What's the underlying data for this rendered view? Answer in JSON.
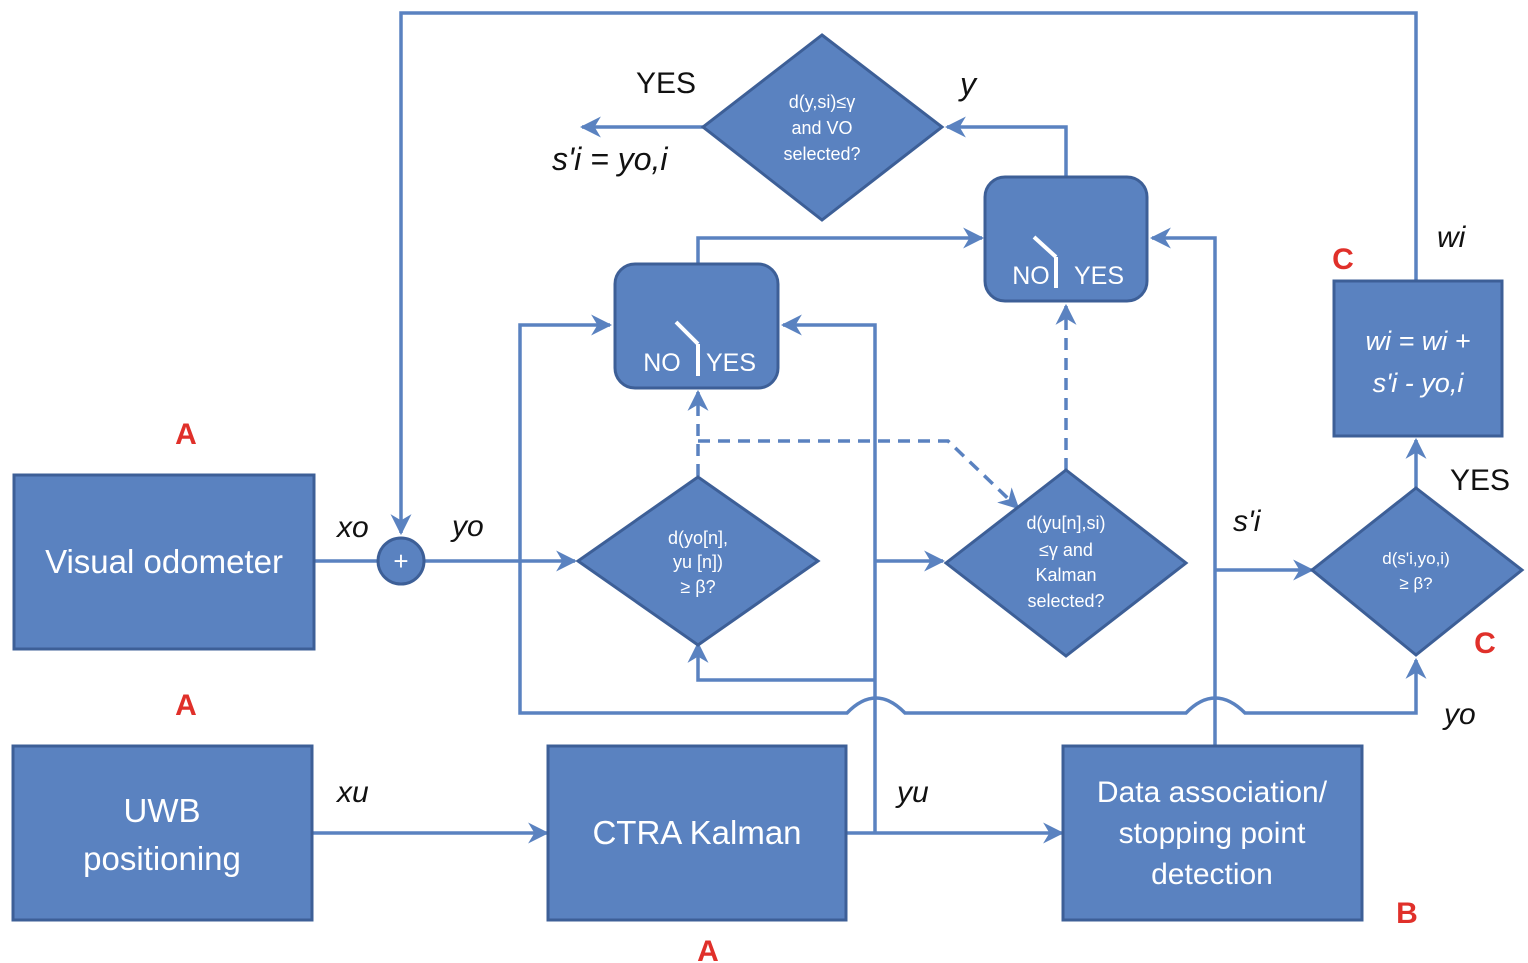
{
  "blocks": {
    "visual_odometer": "Visual odometer",
    "uwb_line1": "UWB",
    "uwb_line2": "positioning",
    "ctra_kalman": "CTRA Kalman",
    "data_assoc_line1": "Data association/",
    "data_assoc_line2": "stopping point",
    "data_assoc_line3": "detection",
    "update_line1": "wi = wi +",
    "update_line2": "s'i - yo,i",
    "sum": "+"
  },
  "switches": {
    "no": "NO",
    "yes": "YES"
  },
  "decisions": {
    "threshold_line1": "d(yo[n],",
    "threshold_line2": "yu [n])",
    "threshold_line3": "≥ β?",
    "kalman_line1": "d(yu[n],si)",
    "kalman_line2": "≤γ and",
    "kalman_line3": "Kalman",
    "kalman_line4": "selected?",
    "vo_line1": "d(y,si)≤γ",
    "vo_line2": "and VO",
    "vo_line3": "selected?",
    "weight_line1": "d(s'i,yo,i)",
    "weight_line2": "≥ β?"
  },
  "signals": {
    "xo": "xo",
    "yo": "yo",
    "yo_right": "yo",
    "xu": "xu",
    "yu": "yu",
    "y": "y",
    "s_prime": "s'i",
    "wi": "wi",
    "output": "s'i = yo,i",
    "yes_top": "YES",
    "yes_right": "YES"
  },
  "markers": {
    "a_top": "A",
    "a_mid": "A",
    "a_bottom": "A",
    "b": "B",
    "c_top": "C",
    "c_bottom": "C"
  },
  "colors": {
    "block_fill": "#5a82c0",
    "block_stroke": "#3d5f97",
    "marker": "#e0302a"
  }
}
